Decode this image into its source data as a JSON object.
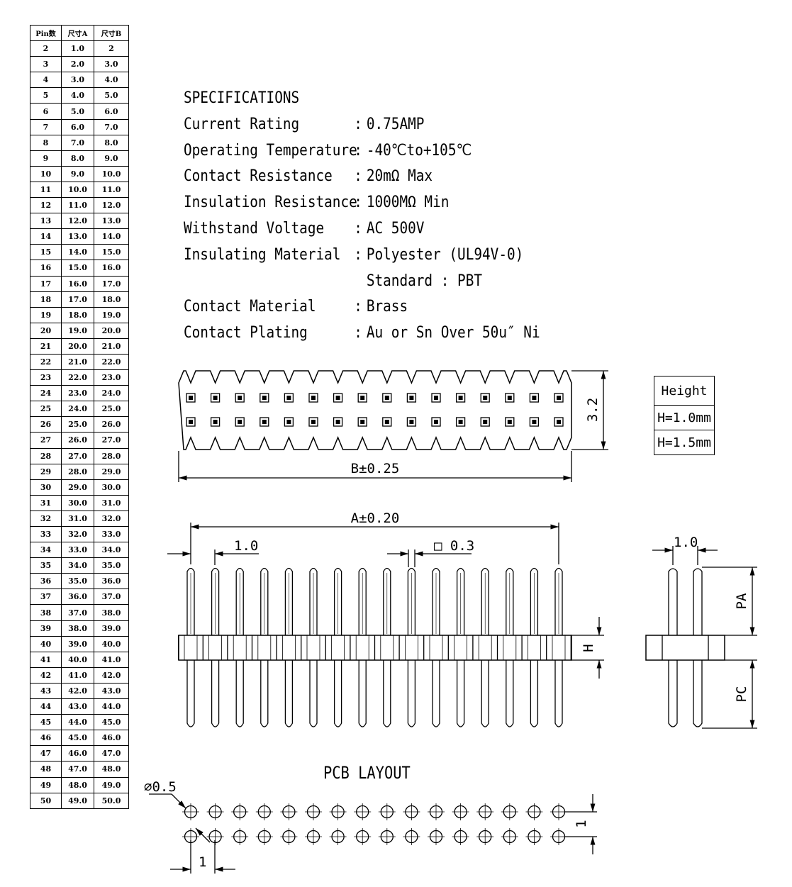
{
  "pin_table": {
    "headers": [
      "Pin数",
      "尺寸A",
      "尺寸B"
    ],
    "rows": [
      [
        "2",
        "1.0",
        "2"
      ],
      [
        "3",
        "2.0",
        "3.0"
      ],
      [
        "4",
        "3.0",
        "4.0"
      ],
      [
        "5",
        "4.0",
        "5.0"
      ],
      [
        "6",
        "5.0",
        "6.0"
      ],
      [
        "7",
        "6.0",
        "7.0"
      ],
      [
        "8",
        "7.0",
        "8.0"
      ],
      [
        "9",
        "8.0",
        "9.0"
      ],
      [
        "10",
        "9.0",
        "10.0"
      ],
      [
        "11",
        "10.0",
        "11.0"
      ],
      [
        "12",
        "11.0",
        "12.0"
      ],
      [
        "13",
        "12.0",
        "13.0"
      ],
      [
        "14",
        "13.0",
        "14.0"
      ],
      [
        "15",
        "14.0",
        "15.0"
      ],
      [
        "16",
        "15.0",
        "16.0"
      ],
      [
        "17",
        "16.0",
        "17.0"
      ],
      [
        "18",
        "17.0",
        "18.0"
      ],
      [
        "19",
        "18.0",
        "19.0"
      ],
      [
        "20",
        "19.0",
        "20.0"
      ],
      [
        "21",
        "20.0",
        "21.0"
      ],
      [
        "22",
        "21.0",
        "22.0"
      ],
      [
        "23",
        "22.0",
        "23.0"
      ],
      [
        "24",
        "23.0",
        "24.0"
      ],
      [
        "25",
        "24.0",
        "25.0"
      ],
      [
        "26",
        "25.0",
        "26.0"
      ],
      [
        "27",
        "26.0",
        "27.0"
      ],
      [
        "28",
        "27.0",
        "28.0"
      ],
      [
        "29",
        "28.0",
        "29.0"
      ],
      [
        "30",
        "29.0",
        "30.0"
      ],
      [
        "31",
        "30.0",
        "31.0"
      ],
      [
        "32",
        "31.0",
        "32.0"
      ],
      [
        "33",
        "32.0",
        "33.0"
      ],
      [
        "34",
        "33.0",
        "34.0"
      ],
      [
        "35",
        "34.0",
        "35.0"
      ],
      [
        "36",
        "35.0",
        "36.0"
      ],
      [
        "37",
        "36.0",
        "37.0"
      ],
      [
        "38",
        "37.0",
        "38.0"
      ],
      [
        "39",
        "38.0",
        "39.0"
      ],
      [
        "40",
        "39.0",
        "40.0"
      ],
      [
        "41",
        "40.0",
        "41.0"
      ],
      [
        "42",
        "41.0",
        "42.0"
      ],
      [
        "43",
        "42.0",
        "43.0"
      ],
      [
        "44",
        "43.0",
        "44.0"
      ],
      [
        "45",
        "44.0",
        "45.0"
      ],
      [
        "46",
        "45.0",
        "46.0"
      ],
      [
        "47",
        "46.0",
        "47.0"
      ],
      [
        "48",
        "47.0",
        "48.0"
      ],
      [
        "49",
        "48.0",
        "49.0"
      ],
      [
        "50",
        "49.0",
        "50.0"
      ]
    ]
  },
  "specifications": {
    "title": "SPECIFICATIONS",
    "items": [
      {
        "label": "Current Rating",
        "value": "0.75AMP"
      },
      {
        "label": "Operating Temperature",
        "value": "-40℃to+105℃"
      },
      {
        "label": "Contact Resistance",
        "value": "20mΩ Max"
      },
      {
        "label": "Insulation Resistance",
        "value": "1000MΩ Min"
      },
      {
        "label": "Withstand Voltage",
        "value": "AC 500V"
      },
      {
        "label": "Insulating Material",
        "value": "Polyester (UL94V-0)"
      },
      {
        "label": "",
        "value": "Standard : PBT"
      },
      {
        "label": "Contact Material",
        "value": "Brass"
      },
      {
        "label": "Contact Plating",
        "value": "Au or Sn Over 50u″ Ni"
      }
    ]
  },
  "height_table": {
    "header": "Height",
    "options": [
      "H=1.0mm",
      "H=1.5mm"
    ]
  },
  "dimensions": {
    "top_height": "3.2",
    "top_width": "B±0.25",
    "side_length": "A±0.20",
    "pitch": "1.0",
    "pin_square": "□ 0.3",
    "housing_height": "H",
    "side_pitch": "1.0",
    "pin_above": "PA",
    "pin_below": "PC",
    "pcb_title": "PCB LAYOUT",
    "hole_diameter": "⌀0.5",
    "pcb_pitch_x": "1",
    "pcb_pitch_y": "1"
  }
}
